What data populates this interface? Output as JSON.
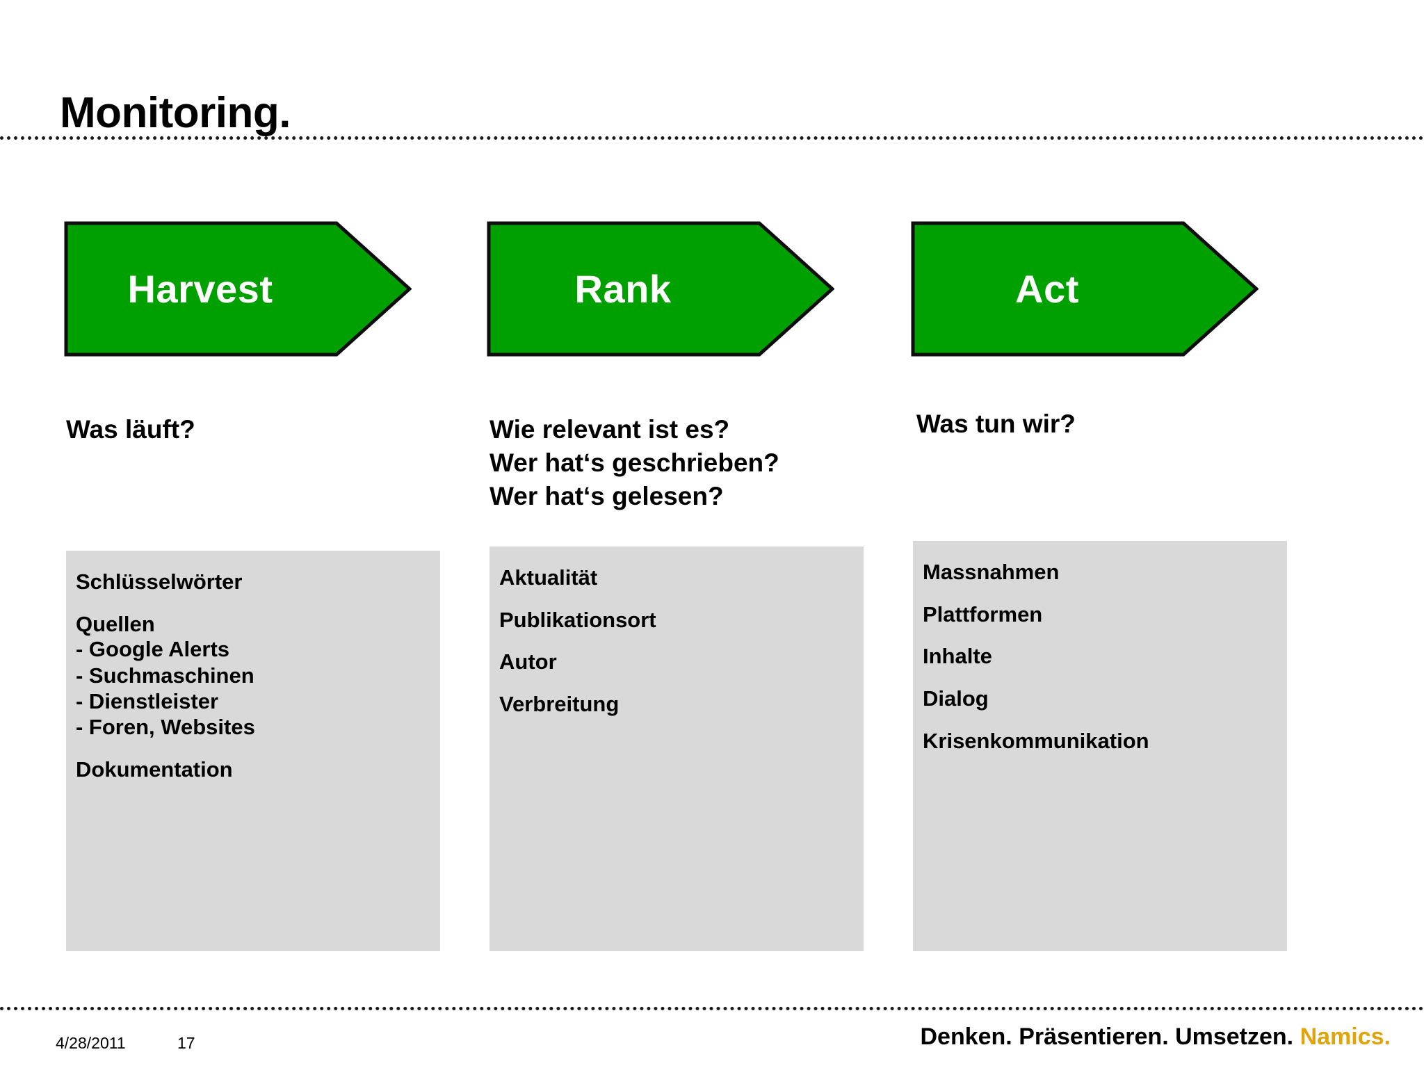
{
  "slide": {
    "title": "Monitoring.",
    "background": "#ffffff",
    "accent_green": "#00A000",
    "panel_gray": "#d9d9d9",
    "brand_amber": "#E0A50C"
  },
  "columns": [
    {
      "arrow_label": "Harvest",
      "question": "Was läuft?",
      "panel": {
        "items": [
          "Schlüsselwörter",
          "Quellen"
        ],
        "sublist": [
          "- Google Alerts",
          "- Suchmaschinen",
          "- Dienstleister",
          "- Foren, Websites"
        ],
        "trailing_items": [
          "Dokumentation"
        ]
      }
    },
    {
      "arrow_label": "Rank",
      "question": "Wie relevant ist es?\nWer hat‘s geschrieben?\nWer hat‘s gelesen?",
      "panel": {
        "items": [
          "Aktualität",
          "Publikationsort",
          "Autor",
          "Verbreitung"
        ],
        "sublist": [],
        "trailing_items": []
      }
    },
    {
      "arrow_label": "Act",
      "question": "Was tun wir?",
      "panel": {
        "items": [
          "Massnahmen",
          "Plattformen",
          "Inhalte",
          "Dialog",
          "Krisenkommunikation"
        ],
        "sublist": [],
        "trailing_items": []
      }
    }
  ],
  "footer": {
    "date": "4/28/2011",
    "page_number": "17",
    "tagline_plain": "Denken. Präsentieren. Umsetzen.",
    "tagline_brand": "Namics."
  }
}
